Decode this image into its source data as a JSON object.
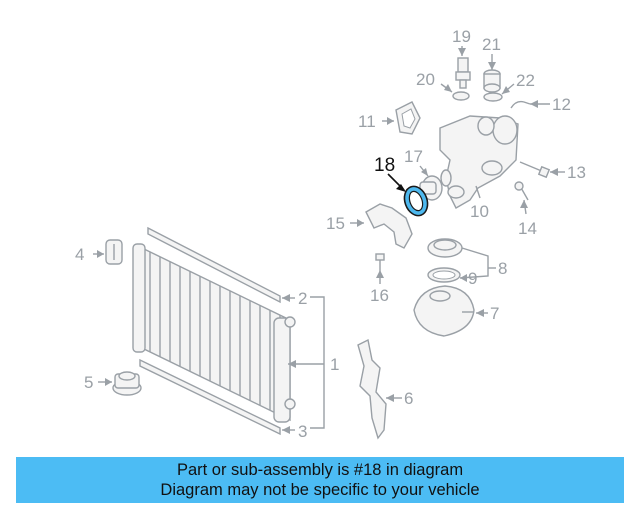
{
  "diagram": {
    "highlight_color": "#4cbcf4",
    "highlighted_callout": "18",
    "callouts": [
      {
        "id": "p1",
        "label": "1"
      },
      {
        "id": "p2",
        "label": "2"
      },
      {
        "id": "p3",
        "label": "3"
      },
      {
        "id": "p4",
        "label": "4"
      },
      {
        "id": "p5",
        "label": "5"
      },
      {
        "id": "p6",
        "label": "6"
      },
      {
        "id": "p7",
        "label": "7"
      },
      {
        "id": "p8",
        "label": "8"
      },
      {
        "id": "p9",
        "label": "9"
      },
      {
        "id": "p10",
        "label": "10"
      },
      {
        "id": "p11",
        "label": "11"
      },
      {
        "id": "p12",
        "label": "12"
      },
      {
        "id": "p13",
        "label": "13"
      },
      {
        "id": "p14",
        "label": "14"
      },
      {
        "id": "p15",
        "label": "15"
      },
      {
        "id": "p16",
        "label": "16"
      },
      {
        "id": "p17",
        "label": "17"
      },
      {
        "id": "p18",
        "label": "18"
      },
      {
        "id": "p19",
        "label": "19"
      },
      {
        "id": "p20",
        "label": "20"
      },
      {
        "id": "p21",
        "label": "21"
      },
      {
        "id": "p22",
        "label": "22"
      }
    ]
  },
  "banner": {
    "line1": "Part or sub-assembly is #18 in diagram",
    "line2": "Diagram may not be specific to your vehicle"
  }
}
